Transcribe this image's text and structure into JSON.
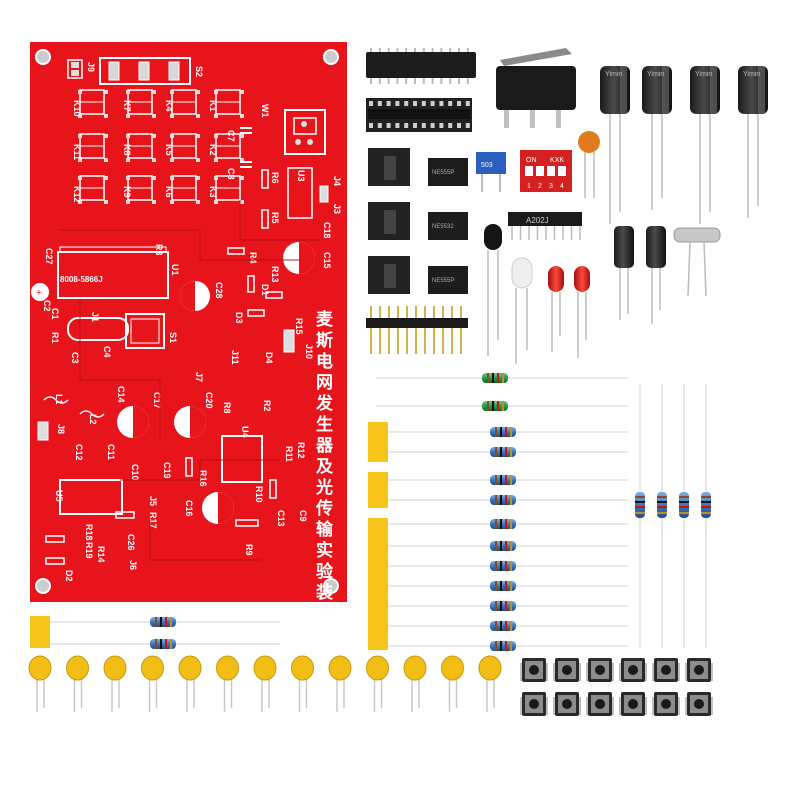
{
  "pcb": {
    "board_color": "#e8141b",
    "silkscreen_color": "#ffffff",
    "title_vertical": "麦斯电网发生器及光传输实验装置",
    "chip_label": "8008-5866J",
    "labels": {
      "S2": "S2",
      "J9": "J9",
      "K10": "K10",
      "K7": "K7",
      "K4": "K4",
      "K1": "K1",
      "K11": "K11",
      "K8": "K8",
      "K5": "K5",
      "K2": "K2",
      "K12": "K12",
      "K9": "K9",
      "K6": "K6",
      "K3": "K3",
      "W1": "W1",
      "C7": "C7",
      "C8": "C8",
      "R6": "R6",
      "U3": "U3",
      "J4": "J4",
      "J3": "J3",
      "R5": "R5",
      "C18": "C18",
      "C15": "C15",
      "C27": "C27",
      "R3": "R3",
      "U1": "U1",
      "R4": "R4",
      "R13": "R13",
      "C2": "C2",
      "C1": "C1",
      "C28": "C28",
      "D1": "D1",
      "D3": "D3",
      "R15": "R15",
      "J10": "J10",
      "R1": "R1",
      "J1": "J1",
      "S1": "S1",
      "C3": "C3",
      "C4": "C4",
      "J11": "J11",
      "D4": "D4",
      "L1": "L1",
      "L2": "L2",
      "C14": "C14",
      "C17": "C17",
      "J7": "J7",
      "C20": "C20",
      "R8": "R8",
      "R2": "R2",
      "J8": "J8",
      "C12": "C12",
      "C11": "C11",
      "C10": "C10",
      "C19": "C19",
      "U4": "U4",
      "R12": "R12",
      "R11": "R11",
      "R16": "R16",
      "R10": "R10",
      "U5": "U5",
      "J5": "J5",
      "R17": "R17",
      "C16": "C16",
      "C9": "C9",
      "C13": "C13",
      "R18": "R18",
      "R19": "R19",
      "R14": "R14",
      "C26": "C26",
      "J6": "J6",
      "R9": "R9",
      "D2": "D2"
    }
  },
  "components": {
    "capacitor_brand": "Yimin",
    "resistor_network_label": "A202J",
    "dip_switch_label_on": "ON",
    "dip_switch_label_kxk": "KXK",
    "dip_switch_numbers": [
      "1",
      "2",
      "3",
      "4"
    ],
    "opamp_labels": [
      "NE555P",
      "NE5532",
      "NE555P"
    ],
    "trimmer_label": "503",
    "tape_color": "#f7c41c",
    "ceramic_cap_color": "#f2be16",
    "led_color": "#d62525"
  }
}
